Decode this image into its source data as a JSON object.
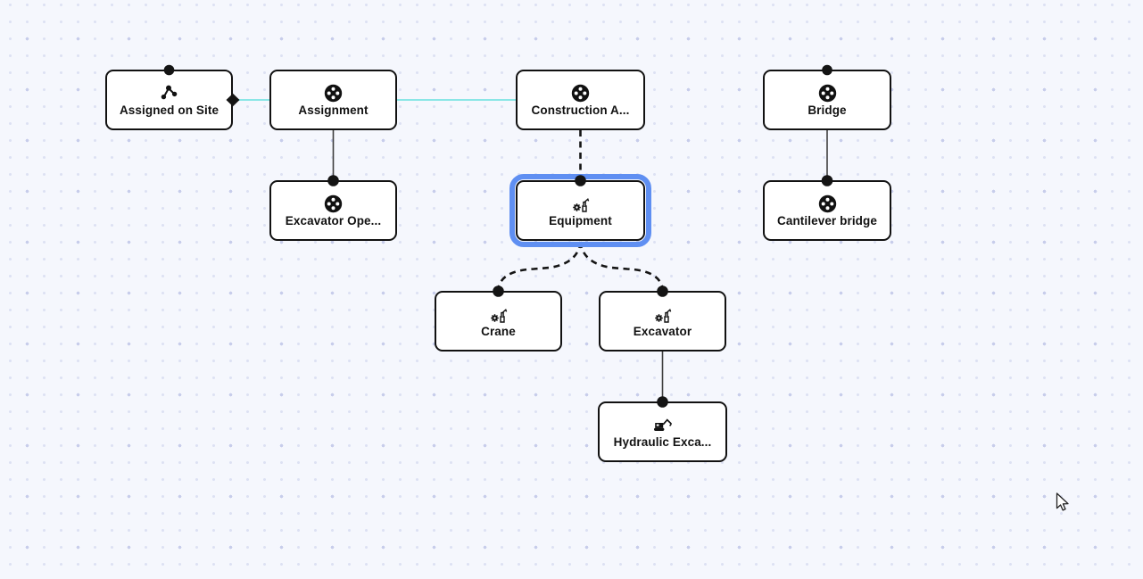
{
  "canvas": {
    "background_color": "#f5f7fd",
    "grid_dot_color": "#dde1f3",
    "grid_accent_dot_color": "#c7cdeb"
  },
  "colors": {
    "node_border": "#111111",
    "node_fill": "#ffffff",
    "selection_ring": "#5f8ff2",
    "edge_solid": "#3f3f3f",
    "edge_dashed": "#141414",
    "edge_highlight": "#7be4e2"
  },
  "nodes": [
    {
      "id": "assigned-on-site",
      "label": "Assigned on Site",
      "icon": "relationship-icon",
      "selected": false
    },
    {
      "id": "assignment",
      "label": "Assignment",
      "icon": "class-icon",
      "selected": false
    },
    {
      "id": "construction-activity",
      "label": "Construction A...",
      "icon": "class-icon",
      "selected": false
    },
    {
      "id": "bridge",
      "label": "Bridge",
      "icon": "class-icon",
      "selected": false
    },
    {
      "id": "excavator-operator",
      "label": "Excavator Ope...",
      "icon": "class-icon",
      "selected": false
    },
    {
      "id": "equipment",
      "label": "Equipment",
      "icon": "equipment-icon",
      "selected": true
    },
    {
      "id": "cantilever-bridge",
      "label": "Cantilever bridge",
      "icon": "class-icon",
      "selected": false
    },
    {
      "id": "crane",
      "label": "Crane",
      "icon": "equipment-icon",
      "selected": false
    },
    {
      "id": "excavator",
      "label": "Excavator",
      "icon": "equipment-icon",
      "selected": false
    },
    {
      "id": "hydraulic-excavator",
      "label": "Hydraulic Exca...",
      "icon": "excavator-icon",
      "selected": false
    }
  ],
  "edges": [
    {
      "from": "assigned-on-site",
      "to": "construction-activity",
      "style": "highlight",
      "marker": "diamond-at-source"
    },
    {
      "from": "assignment",
      "to": "excavator-operator",
      "style": "solid",
      "marker": "dot-at-target"
    },
    {
      "from": "construction-activity",
      "to": "equipment",
      "style": "dashed",
      "marker": "dot-at-target"
    },
    {
      "from": "equipment",
      "to": "crane",
      "style": "dashed",
      "marker": "dot-at-target"
    },
    {
      "from": "equipment",
      "to": "excavator",
      "style": "dashed",
      "marker": "dot-at-target"
    },
    {
      "from": "bridge",
      "to": "cantilever-bridge",
      "style": "solid",
      "marker": "dot-at-target"
    },
    {
      "from": "excavator",
      "to": "hydraulic-excavator",
      "style": "solid",
      "marker": "dot-at-target"
    }
  ],
  "stub_markers": [
    {
      "node": "assigned-on-site",
      "position": "top"
    },
    {
      "node": "bridge",
      "position": "top"
    }
  ]
}
